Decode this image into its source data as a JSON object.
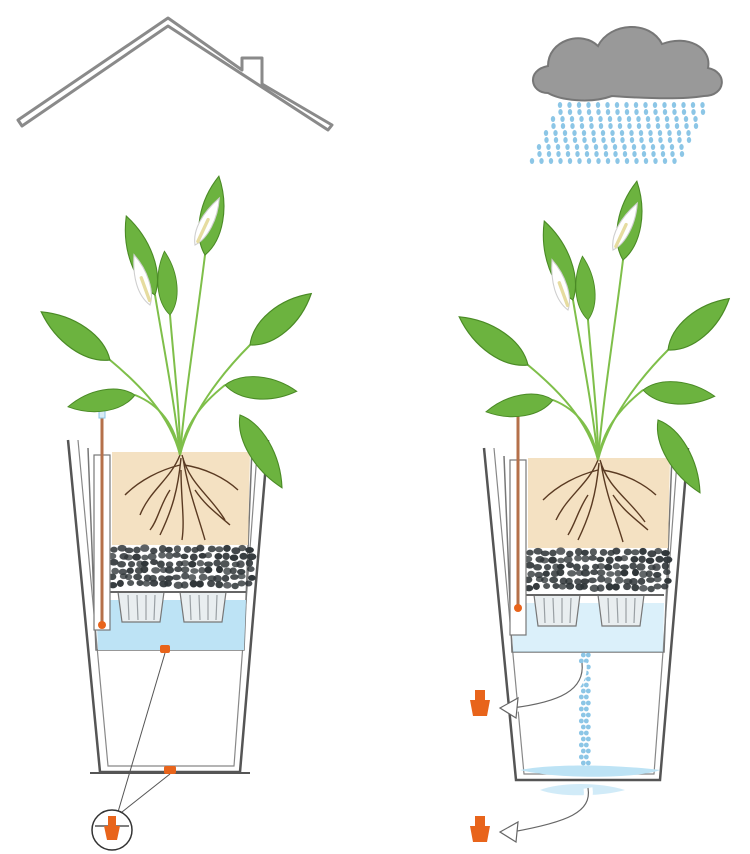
{
  "scenes": [
    {
      "name": "indoor",
      "sky": "house-roof-icon",
      "plug_state": "closed"
    },
    {
      "name": "outdoor",
      "sky": "rain-cloud-icon",
      "plug_state": "open"
    }
  ],
  "colors": {
    "roof": "#8a8a8a",
    "cloud": "#999999",
    "rain": "#8cc6e6",
    "leaf": "#6cb33f",
    "leaf_dark": "#4a8a25",
    "soil": "#f4e1c2",
    "roots": "#5a3a22",
    "pebbles": "#2f3538",
    "water": "#bde3f5",
    "plug": "#e8641b",
    "pot_line": "#555555"
  }
}
